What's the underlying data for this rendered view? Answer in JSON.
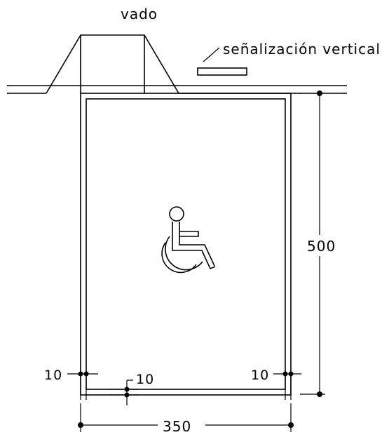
{
  "labels": {
    "ramp": "vado",
    "sign": "señalización vertical",
    "length": "500",
    "width": "350",
    "margin_left": "10",
    "margin_bottom": "10",
    "margin_right": "10"
  },
  "icons": {
    "accessibility": "wheelchair-accessibility-icon"
  },
  "colors": {
    "line": "#000000",
    "background": "#ffffff"
  }
}
